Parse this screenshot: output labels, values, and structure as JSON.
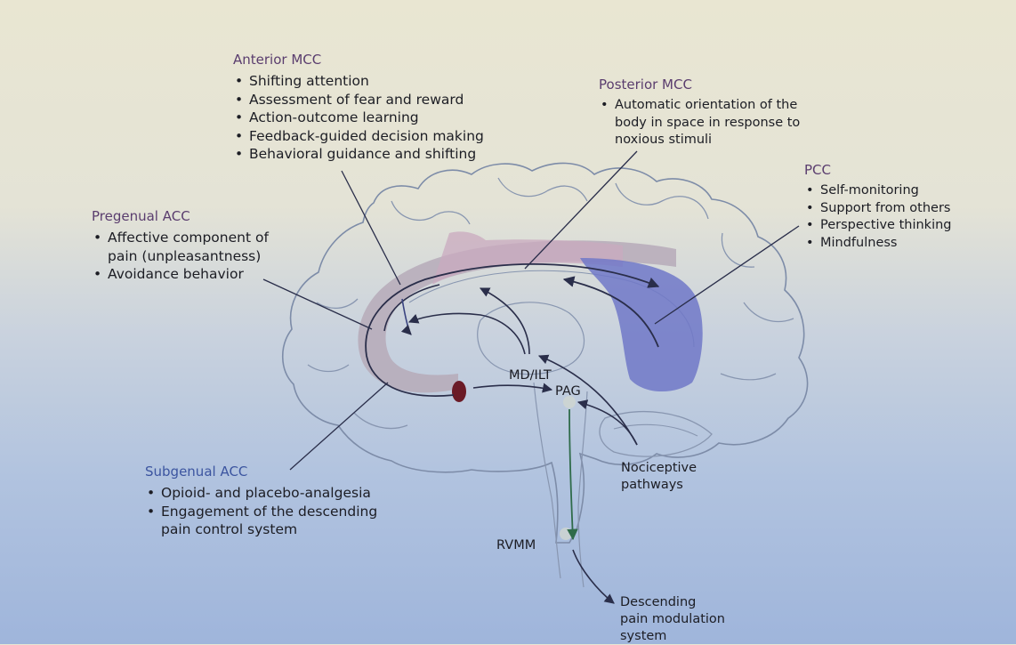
{
  "anterior_mcc": {
    "title": "Anterior MCC",
    "items": [
      "Shifting attention",
      "Assessment of fear and reward",
      "Action-outcome learning",
      "Feedback-guided decision making",
      "Behavioral guidance and shifting"
    ]
  },
  "posterior_mcc": {
    "title": "Posterior MCC",
    "items": [
      "Automatic orientation of the body in space in response to noxious stimuli"
    ]
  },
  "pcc": {
    "title": "PCC",
    "items": [
      "Self-monitoring",
      "Support from others",
      "Perspective thinking",
      "Mindfulness"
    ]
  },
  "pregenual_acc": {
    "title": "Pregenual ACC",
    "items": [
      "Affective component of pain (unpleasantness)",
      "Avoidance behavior"
    ]
  },
  "subgenual_acc": {
    "title": "Subgenual ACC",
    "items": [
      "Opioid- and placebo-analgesia",
      "Engagement of the descending pain control system"
    ]
  },
  "labels": {
    "md_ilt": "MD/ILT",
    "pag": "PAG",
    "nociceptive_1": "Nociceptive",
    "nociceptive_2": "pathways",
    "rvmm": "RVMM",
    "descending_1": "Descending",
    "descending_2": "pain modulation",
    "descending_3": "system"
  },
  "colors": {
    "outline": "#7d8ca8",
    "acc_band": "#b2a6b4",
    "mcc_band": "#c7a8bd",
    "pcc_region": "#7078c8",
    "arrow": "#2a2e4a",
    "dark_red_region": "#6b1a26",
    "brainstem_arrow": "#2f6b4a"
  }
}
